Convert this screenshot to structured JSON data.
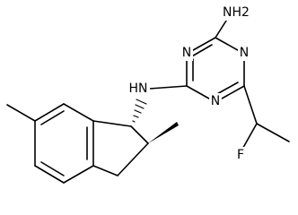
{
  "molecule": {
    "atoms": {
      "amine_n": "NH2",
      "triazine_n1": "N",
      "triazine_n3": "N",
      "triazine_n5": "N",
      "linker_nh": "HN",
      "fluorine": "F"
    }
  }
}
